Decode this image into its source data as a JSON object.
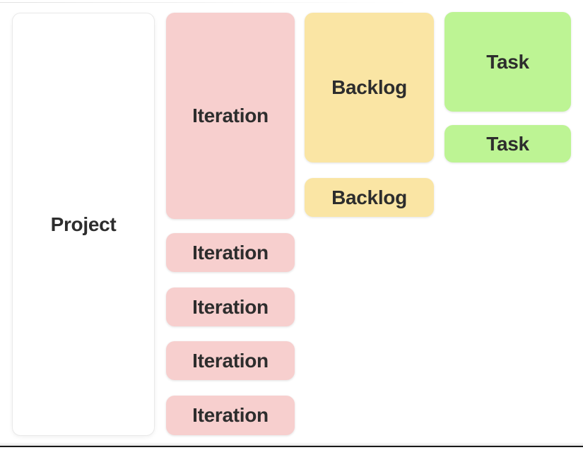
{
  "diagram": {
    "nodes": {
      "project": "Project",
      "iteration_main": "Iteration",
      "iteration_2": "Iteration",
      "iteration_3": "Iteration",
      "iteration_4": "Iteration",
      "iteration_5": "Iteration",
      "backlog_main": "Backlog",
      "backlog_2": "Backlog",
      "task_main": "Task",
      "task_2": "Task"
    },
    "colors": {
      "canvas_bg": "#ffffff",
      "project_fill": "#ffffff",
      "project_border": "#e9e9e9",
      "iteration_fill": "#f7cfce",
      "backlog_fill": "#fae5a4",
      "task_fill": "#bdf494",
      "label_text": "#2d2d2d",
      "bottom_divider": "#191919"
    }
  }
}
